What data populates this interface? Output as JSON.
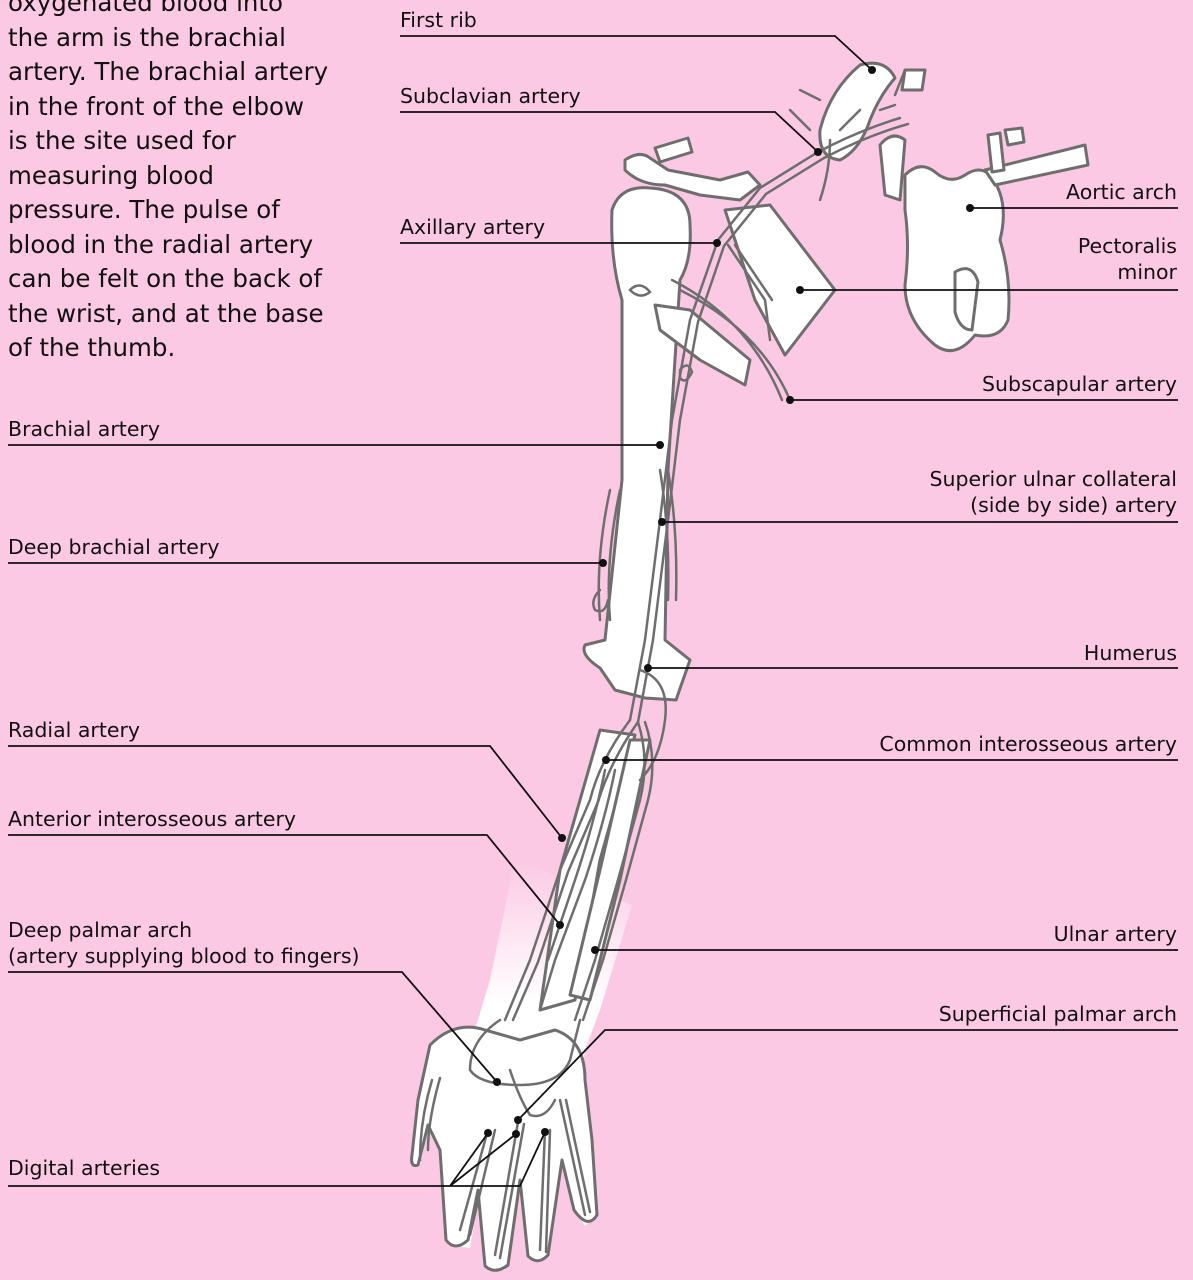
{
  "intro_text": "oxygenated blood into\nthe arm is the brachial\nartery. The brachial artery\nin the front of the elbow\nis the site used for\nmeasuring blood\npressure. The pulse of\nblood in the radial artery\ncan be felt on the back of\nthe wrist, and at the base\nof the thumb.",
  "labels": {
    "first_rib": "First rib",
    "subclavian_artery": "Subclavian artery",
    "axillary_artery": "Axillary artery",
    "aortic_arch": "Aortic arch",
    "pectoralis_minor": "Pectoralis\nminor",
    "subscapular_artery": "Subscapular artery",
    "brachial_artery": "Brachial artery",
    "superior_ulnar_collateral": "Superior ulnar collateral\n(side by side) artery",
    "deep_brachial_artery": "Deep brachial artery",
    "humerus": "Humerus",
    "radial_artery": "Radial artery",
    "common_interosseous_artery": "Common interosseous artery",
    "anterior_interosseous_artery": "Anterior interosseous artery",
    "deep_palmar_arch": "Deep palmar arch\n(artery supplying blood to fingers)",
    "ulnar_artery": "Ulnar artery",
    "superficial_palmar_arch": "Superficial palmar arch",
    "digital_arteries": "Digital arteries"
  },
  "colors": {
    "background": "#fcc9e5",
    "outline": "#6e6e6e",
    "fill": "#ffffff",
    "leader": "#111111"
  }
}
